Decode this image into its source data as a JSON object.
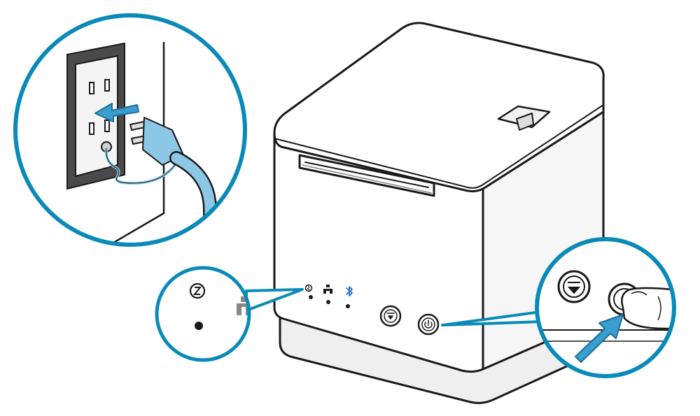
{
  "colors": {
    "accent": "#0a8ab8",
    "accent_light": "#5fb3d8",
    "outline": "#1a1a1a",
    "body": "#ffffff",
    "shade": "#eeeeee",
    "wall_plate": "#4a4a4a",
    "arrow": "#3a9ed0",
    "arrow_stroke": "#1d6f99",
    "cable": "#8cc8e6"
  },
  "illustration": {
    "printer": {
      "buttons": [
        "feed-button",
        "power-button"
      ],
      "indicators": [
        "power-indicator",
        "network-indicator",
        "bluetooth-indicator"
      ]
    },
    "callouts": [
      "wall-outlet",
      "power-led",
      "power-button-press"
    ]
  }
}
